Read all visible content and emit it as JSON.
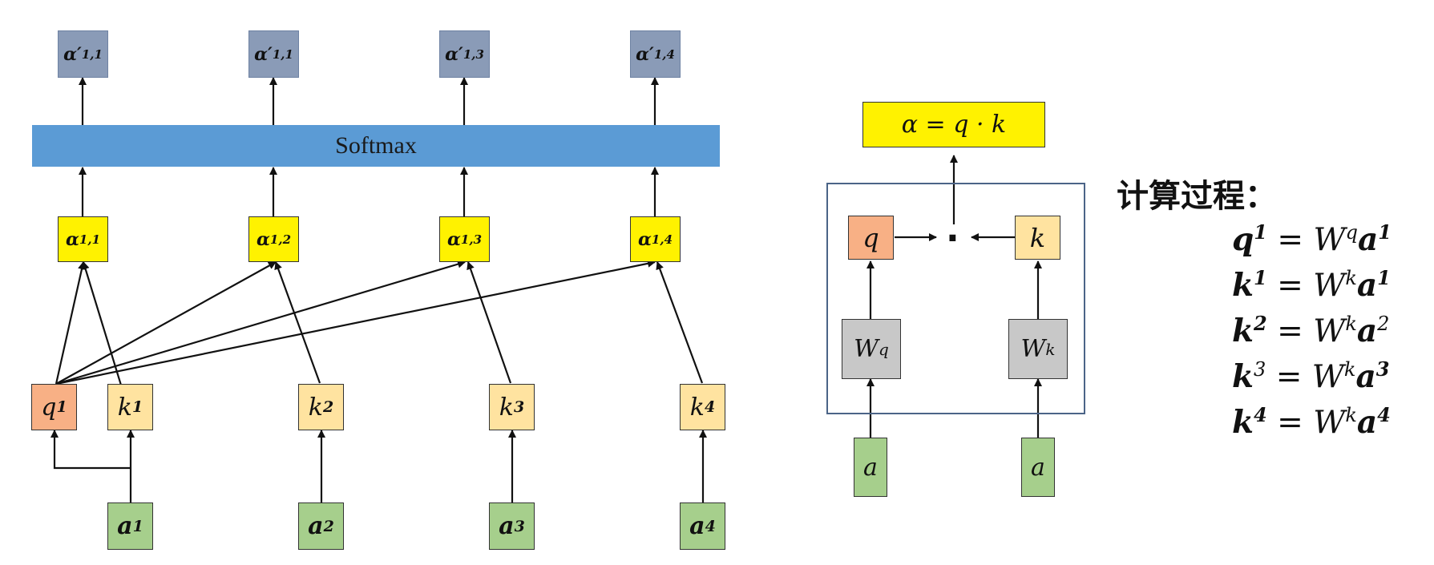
{
  "softmax": "Softmax",
  "left": {
    "inputs": [
      {
        "base": "a",
        "sup": "1"
      },
      {
        "base": "a",
        "sup": "2"
      },
      {
        "base": "a",
        "sup": "3"
      },
      {
        "base": "a",
        "sup": "4"
      }
    ],
    "query": {
      "base": "q",
      "sup": "1"
    },
    "keys": [
      {
        "base": "k",
        "sup": "1"
      },
      {
        "base": "k",
        "sup": "2"
      },
      {
        "base": "k",
        "sup": "3"
      },
      {
        "base": "k",
        "sup": "4"
      }
    ],
    "scores": [
      {
        "base": "α",
        "sub": "1,1"
      },
      {
        "base": "α",
        "sub": "1,2"
      },
      {
        "base": "α",
        "sub": "1,3"
      },
      {
        "base": "α",
        "sub": "1,4"
      }
    ],
    "outputs": [
      {
        "base": "α′",
        "sub": "1,1"
      },
      {
        "base": "α′",
        "sub": "1,1"
      },
      {
        "base": "α′",
        "sub": "1,3"
      },
      {
        "base": "α′",
        "sub": "1,4"
      }
    ]
  },
  "right": {
    "formula": "α = q · k",
    "q": "q",
    "k": "k",
    "dot": "·",
    "wq": {
      "base": "W",
      "sup": "q"
    },
    "wk": {
      "base": "W",
      "sup": "k"
    },
    "input_left": "a",
    "input_right": "a"
  },
  "process": {
    "title": "计算过程：",
    "equations": [
      {
        "lhs": "q",
        "lsup": "1",
        "rhs": "W",
        "rsup": "q",
        "var": "a",
        "vsup": "1"
      },
      {
        "lhs": "k",
        "lsup": "1",
        "rhs": "W",
        "rsup": "k",
        "var": "a",
        "vsup": "1"
      },
      {
        "lhs": "k",
        "lsup": "2",
        "rhs": "W",
        "rsup": "k",
        "var": "a",
        "vsup": "2"
      },
      {
        "lhs": "k",
        "lsup": "3",
        "rhs": "W",
        "rsup": "k",
        "var": "a",
        "vsup": "3"
      },
      {
        "lhs": "k",
        "lsup": "4",
        "rhs": "W",
        "rsup": "k",
        "var": "a",
        "vsup": "4"
      }
    ]
  },
  "colors": {
    "input": "#a6cf8c",
    "query": "#f8b085",
    "key": "#ffe3a0",
    "score": "#fff200",
    "output": "#8a9bb7",
    "softmax": "#5b9bd5",
    "weight": "#c8c8c8",
    "frame": "#4b6487"
  }
}
